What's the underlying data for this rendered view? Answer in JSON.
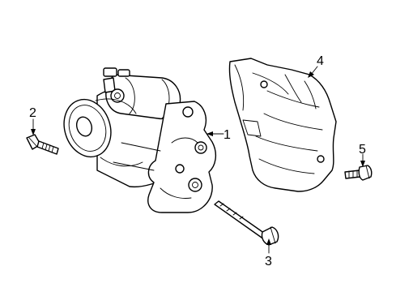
{
  "callouts": {
    "starter": "1",
    "starter_bolt_short": "2",
    "starter_bolt_long": "3",
    "heat_shield": "4",
    "shield_bolt": "5"
  }
}
